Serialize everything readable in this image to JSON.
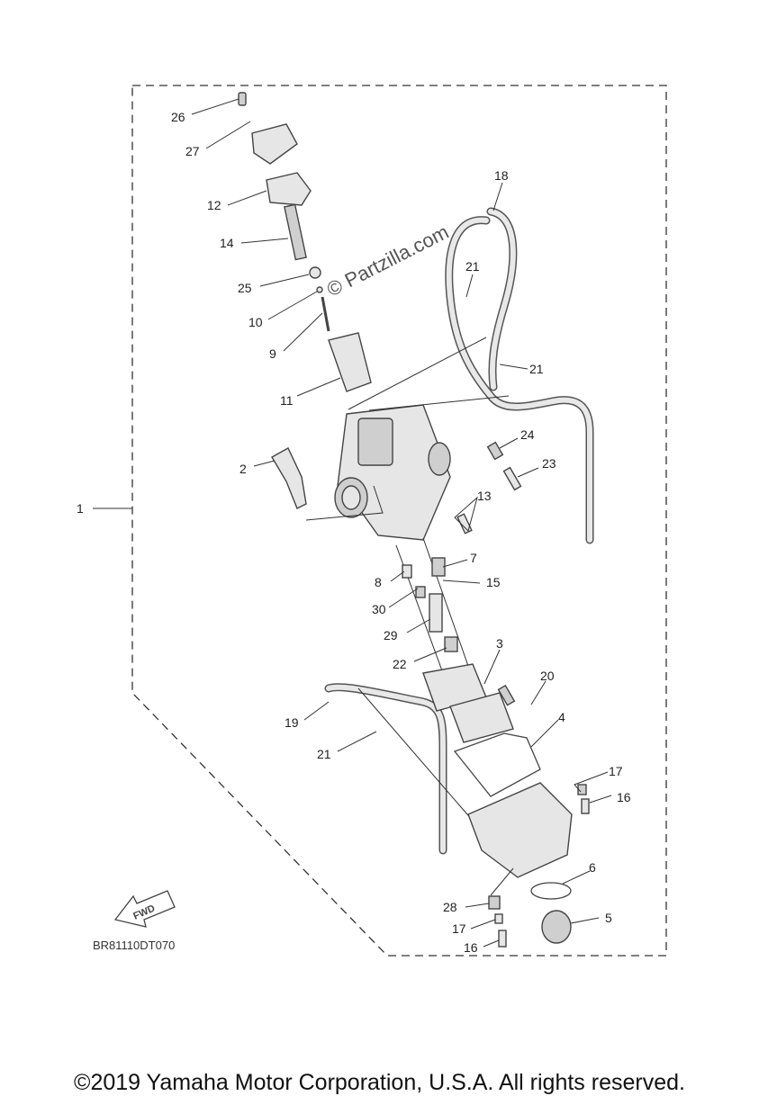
{
  "diagram": {
    "figure_code": "BR81110DT070",
    "watermark": "© Partzilla.com",
    "fwd_label": "FWD",
    "callouts": [
      "26",
      "27",
      "12",
      "14",
      "25",
      "10",
      "9",
      "11",
      "2",
      "1",
      "18",
      "21",
      "21",
      "24",
      "23",
      "13",
      "7",
      "15",
      "8",
      "30",
      "29",
      "22",
      "3",
      "20",
      "4",
      "19",
      "21",
      "17",
      "16",
      "6",
      "5",
      "28",
      "17",
      "16"
    ]
  },
  "footer": {
    "copyright": "©2019 Yamaha Motor Corporation, U.S.A. All rights reserved."
  }
}
